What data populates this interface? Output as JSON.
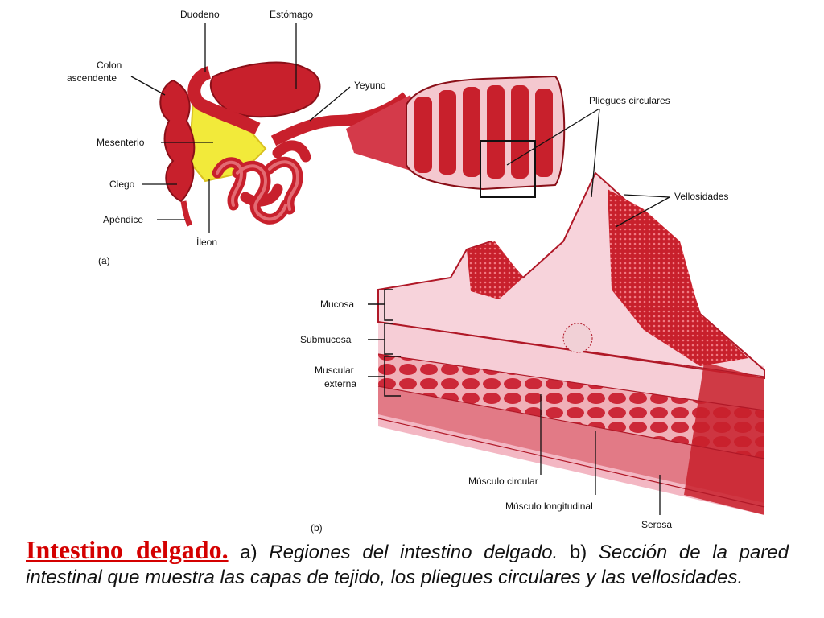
{
  "figure_a": {
    "panel_label": "(a)",
    "labels": {
      "duodeno": "Duodeno",
      "estomago": "Estómago",
      "colon_line1": "Colon",
      "colon_line2": "ascendente",
      "yeyuno": "Yeyuno",
      "mesenterio": "Mesenterio",
      "ciego": "Ciego",
      "apendice": "Apéndice",
      "ileon": "Íleon"
    }
  },
  "figure_b": {
    "panel_label": "(b)",
    "labels": {
      "pliegues": "Pliegues circulares",
      "vellosidades": "Vellosidades",
      "mucosa": "Mucosa",
      "submucosa": "Submucosa",
      "muscular_line1": "Muscular",
      "muscular_line2": "externa",
      "musculo_circular": "Músculo circular",
      "musculo_longitudinal": "Músculo longitudinal",
      "serosa": "Serosa"
    }
  },
  "caption": {
    "title": "Intestino delgado.",
    "a_letter": "a)",
    "a_text": "Regiones del intestino delgado.",
    "b_letter": "b)",
    "b_text": "Sección de la pared intestinal que muestra las capas de tejido, los pliegues circulares y las vellosidades."
  },
  "colors": {
    "intestine": "#c8202c",
    "intestine_light": "#e35a62",
    "mesentery": "#f2ea3a",
    "tissue_pink": "#f3b7c3",
    "muscle": "#d43a4a",
    "title": "#d40000"
  }
}
